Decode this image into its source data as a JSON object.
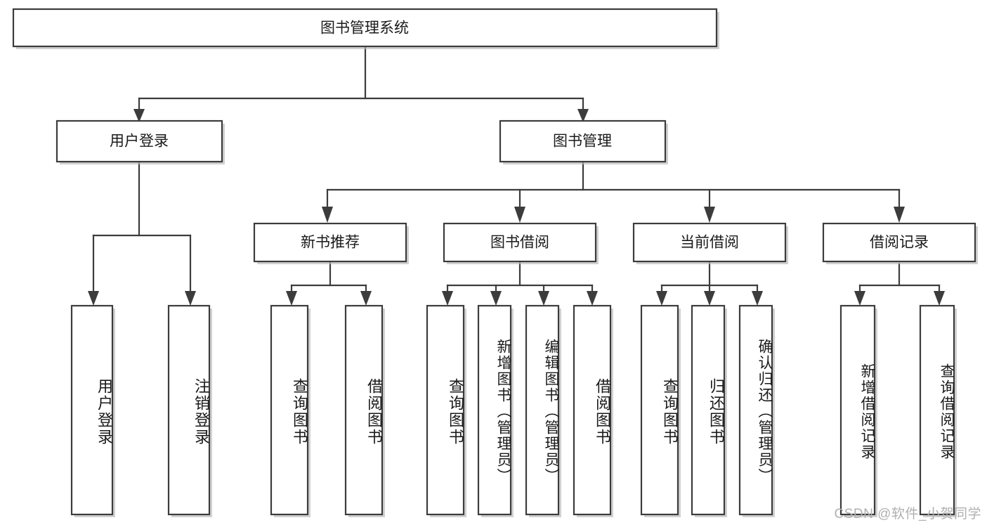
{
  "diagram": {
    "title": "图书管理系统",
    "watermark": "CSDN @软件_小贺同学",
    "level1": {
      "root": "图书管理系统"
    },
    "level2": [
      {
        "label": "用户登录"
      },
      {
        "label": "图书管理"
      }
    ],
    "level3": [
      {
        "label": "新书推荐"
      },
      {
        "label": "图书借阅"
      },
      {
        "label": "当前借阅"
      },
      {
        "label": "借阅记录"
      }
    ],
    "leaves": {
      "user_login": [
        {
          "label": "用户登录"
        },
        {
          "label": "注销登录"
        }
      ],
      "new_book_recommend": [
        {
          "label": "查询图书"
        },
        {
          "label": "借阅图书"
        }
      ],
      "book_borrow": [
        {
          "label": "查询图书"
        },
        {
          "label": "新增图书（管理员）"
        },
        {
          "label": "编辑图书（管理员）"
        },
        {
          "label": "借阅图书"
        }
      ],
      "current_borrow": [
        {
          "label": "查询图书"
        },
        {
          "label": "归还图书"
        },
        {
          "label": "确认归还（管理员）"
        }
      ],
      "borrow_record": [
        {
          "label": "新增借阅记录"
        },
        {
          "label": "查询借阅记录"
        }
      ]
    },
    "colors": {
      "stroke": "#3c3c3c",
      "fill": "#ffffff",
      "text": "#1a1a1a",
      "watermark": "#b0b0b0"
    }
  }
}
